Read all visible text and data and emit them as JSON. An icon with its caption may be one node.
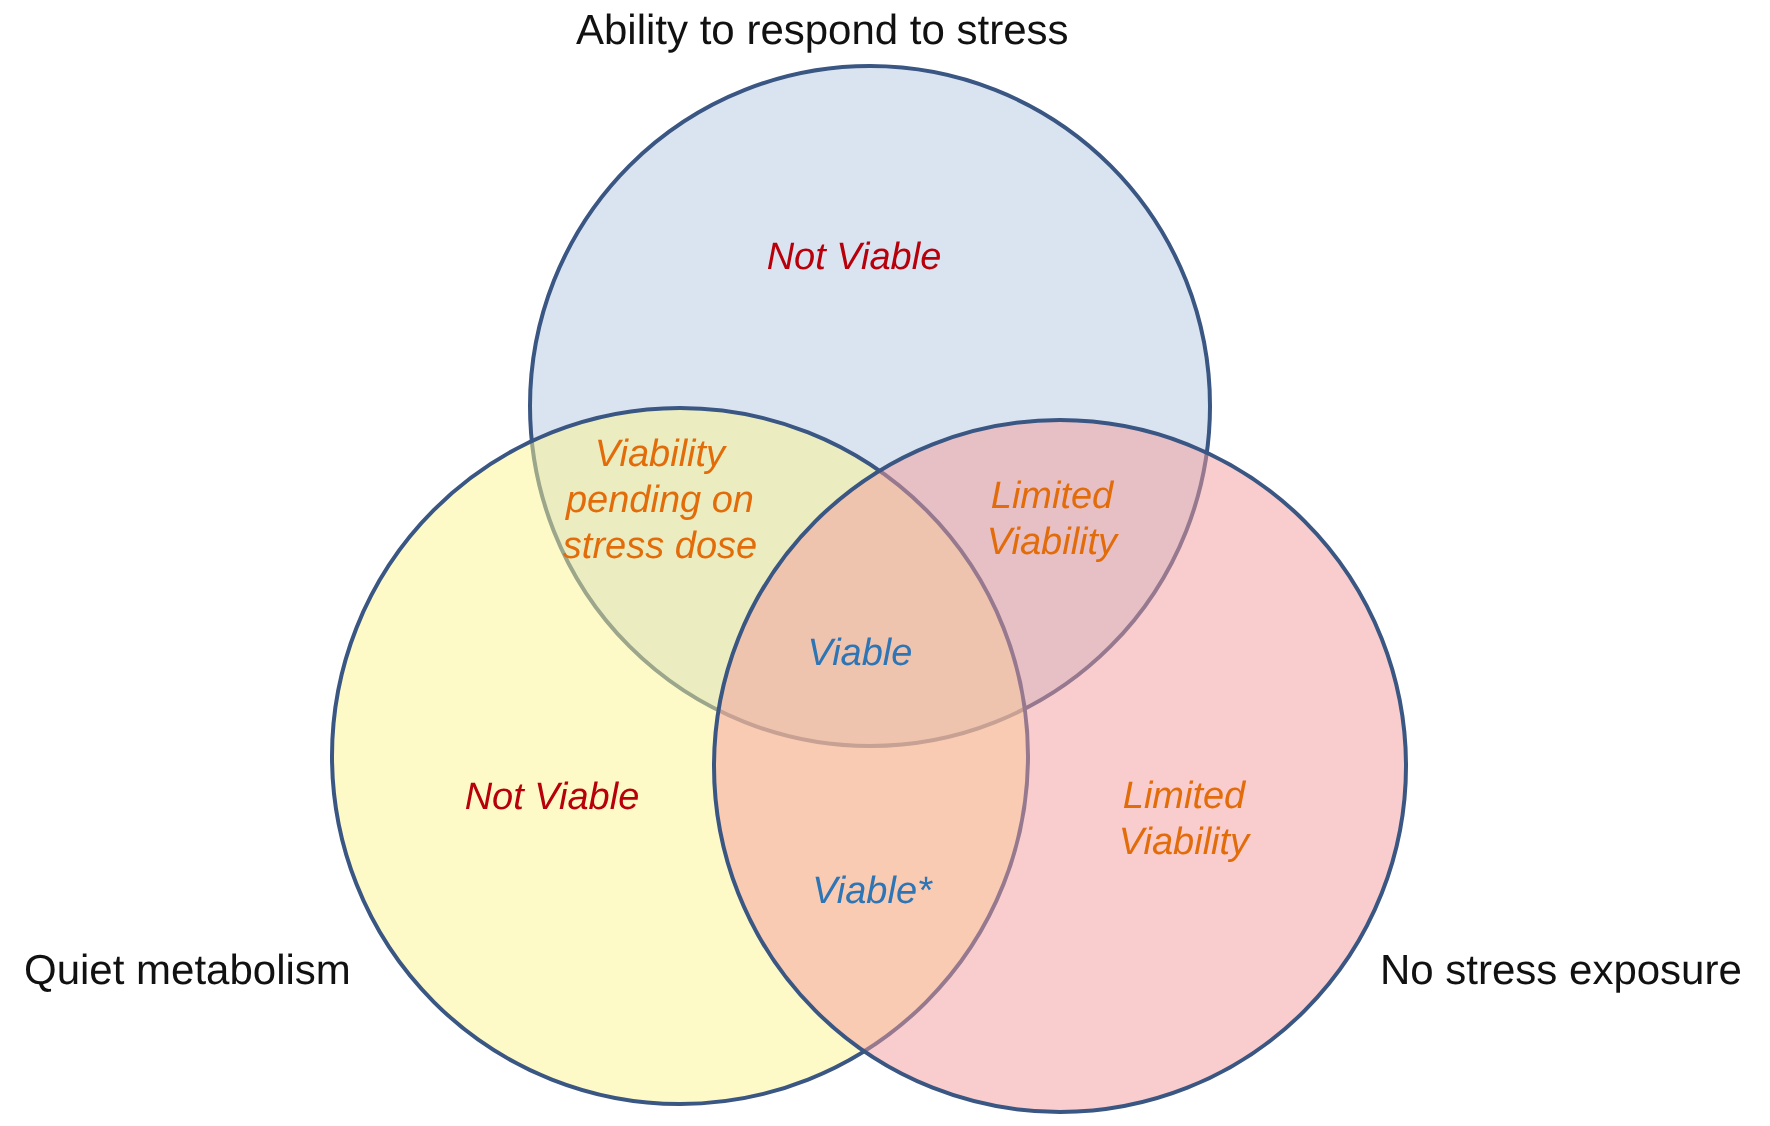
{
  "diagram": {
    "nodes": [
      {
        "text": [
          "Ability to respond to stress"
        ]
      },
      {
        "text": [
          "Quiet metabolism"
        ]
      },
      {
        "text": [
          "No stress exposure"
        ]
      }
    ],
    "labels": [
      "Not Viable",
      "Viability pending on stress dose",
      "Limited Viability",
      "Viable",
      "Not Viable",
      "Viable*",
      "Limited Viability"
    ]
  }
}
